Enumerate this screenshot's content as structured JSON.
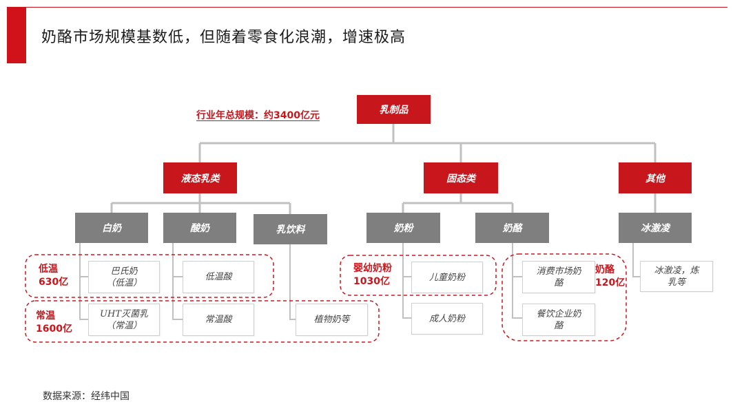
{
  "title": "奶酪市场规模基数低，但随着零食化浪潮，增速极高",
  "total_note": "行业年总规模：约3400亿元",
  "root": "乳制品",
  "level1": {
    "liquid": "液态乳类",
    "solid": "固态类",
    "other": "其他"
  },
  "level2": {
    "white_milk": "白奶",
    "yogurt": "酸奶",
    "milk_drink": "乳饮料",
    "milk_powder": "奶粉",
    "cheese": "奶酪",
    "ice_cream": "冰激凌"
  },
  "leaves": {
    "pasteurized_line1": "巴氏奶",
    "pasteurized_line2": "（低温）",
    "low_temp_yogurt": "低温酸",
    "uht_line1": "UHT灭菌乳",
    "uht_line2": "（常温）",
    "ambient_yogurt": "常温酸",
    "plant_milk": "植物奶等",
    "child_powder": "儿童奶粉",
    "adult_powder": "成人奶粉",
    "consumer_cheese_line1": "消费市场奶",
    "consumer_cheese_line2": "酪",
    "food_service_cheese_line1": "餐饮企业奶",
    "food_service_cheese_line2": "酪",
    "ice_cream_line1": "冰激凌，炼",
    "ice_cream_line2": "乳等"
  },
  "labels": {
    "low_temp_name": "低温",
    "low_temp_size": "630亿",
    "ambient_name": "常温",
    "ambient_size": "1600亿",
    "infant_name": "婴幼奶粉",
    "infant_size": "1030亿",
    "cheese_name": "奶酪",
    "cheese_size": "120亿"
  },
  "source": "数据来源：经纬中国",
  "colors": {
    "accent_red": "#c8161d",
    "node_gray": "#7f7f7f",
    "connector_gray": "#c0c0c0"
  }
}
